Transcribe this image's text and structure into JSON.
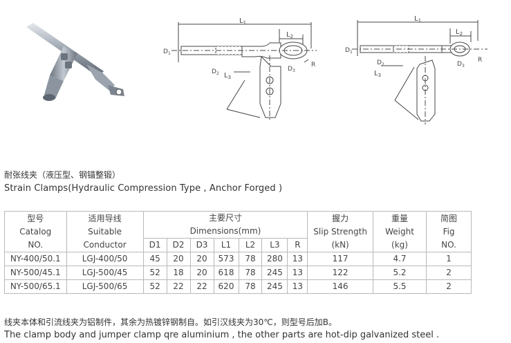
{
  "figure_labels": {
    "left": {
      "L1": "L",
      "L1_sub": "1",
      "L2": "L",
      "L2_sub": "2",
      "L3": "L",
      "L3_sub": "3",
      "D1": "D",
      "D1_sub": "1",
      "D2": "D",
      "D2_sub": "2",
      "D3": "D",
      "D3_sub": "3",
      "R": "R"
    },
    "right": {
      "L1": "L",
      "L1_sub": "1",
      "L2": "L",
      "L2_sub": "2",
      "L3": "L",
      "L3_sub": "3",
      "D1": "D",
      "D1_sub": "1",
      "D2": "D",
      "D2_sub": "2",
      "D3": "D",
      "D3_sub": "3",
      "R": "R"
    }
  },
  "title_cn": "耐张线夹（液压型、钢锚整锻）",
  "title_en": "Strain Clamps(Hydraulic Compression Type , Anchor Forged )",
  "table": {
    "headers": {
      "catalog": [
        "型号",
        "Catalog",
        "NO."
      ],
      "conductor": [
        "适用导线",
        "Suitable",
        "Conductor"
      ],
      "dimensions": [
        "主要尺寸",
        "Dimensions(mm)"
      ],
      "dim_cols": [
        "D1",
        "D2",
        "D3",
        "L1",
        "L2",
        "L3",
        "R"
      ],
      "strength": [
        "握力",
        "Slip Strength",
        "(kN)"
      ],
      "weight": [
        "重量",
        "Weight",
        "(kg)"
      ],
      "fig": [
        "简图",
        "Fig",
        "NO."
      ]
    },
    "rows": [
      [
        "NY-400/50.1",
        "LGJ-400/50",
        "45",
        "20",
        "20",
        "573",
        "78",
        "280",
        "13",
        "117",
        "4.7",
        "1"
      ],
      [
        "NY-500/45.1",
        "LGJ-500/45",
        "52",
        "18",
        "20",
        "618",
        "78",
        "245",
        "13",
        "122",
        "5.2",
        "2"
      ],
      [
        "NY-500/65.1",
        "LGJ-500/65",
        "52",
        "22",
        "22",
        "620",
        "78",
        "245",
        "13",
        "146",
        "5.5",
        "2"
      ]
    ]
  },
  "note_cn": "线夹本体和引流线夹为铝制件，其余为热镀锌钢制自。如引汉线夹为30℃，则型号后加B。",
  "note_en": "The clamp body and jumper clamp qre aluminium , the other parts are hot-dip galvanized steel ."
}
